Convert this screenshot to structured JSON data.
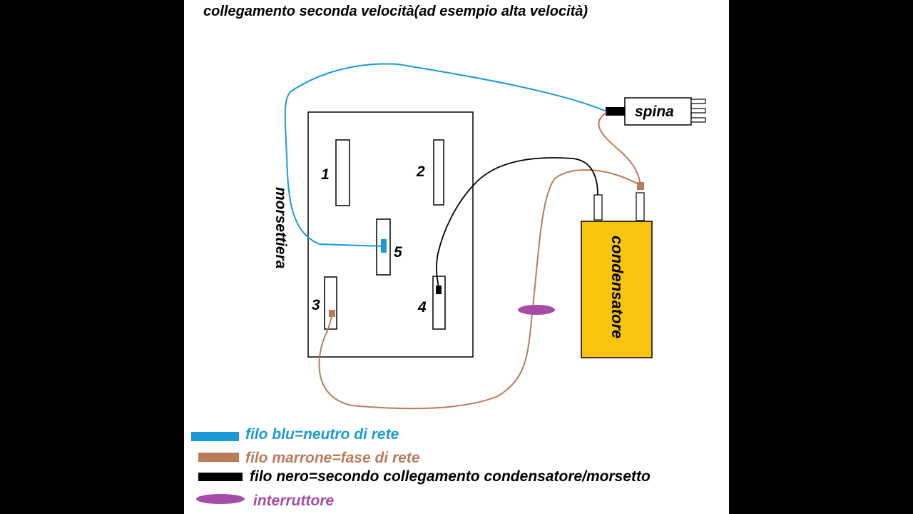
{
  "title": "collegamento seconda velocità(ad esempio alta velocità)",
  "morsettiera": {
    "label": "morsettiera",
    "terminals": [
      "1",
      "2",
      "5",
      "3",
      "4"
    ]
  },
  "spina": {
    "label": "spina"
  },
  "condensatore": {
    "label": "condensatore"
  },
  "legend": {
    "blue": "filo blu=neutro di rete",
    "brown": "filo marrone=fase di rete",
    "black": "filo nero=secondo collegamento condensatore/morsetto",
    "switch": "interruttore"
  },
  "colors": {
    "blue": "#1a9bd7",
    "brown": "#b97c5a",
    "black": "#000000",
    "switch": "#a64ca6",
    "capacitor": "#f9c40e"
  }
}
